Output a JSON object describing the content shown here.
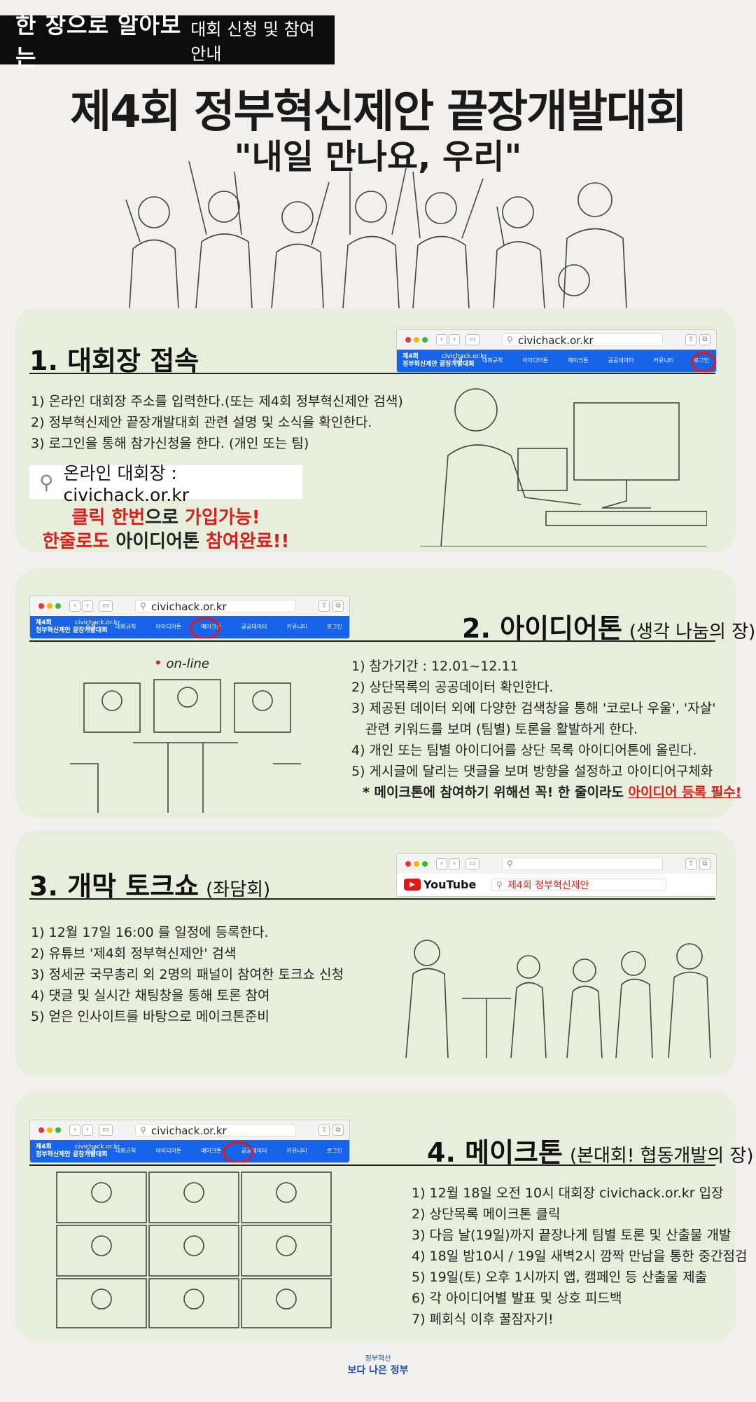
{
  "header": {
    "tag_big": "한 장으로 알아보는",
    "tag_small": "대회 신청 및 참여 안내",
    "title": "제4회 정부혁신제안 끝장개발대회",
    "subtitle": "\"내일 만나요, 우리\""
  },
  "nav": {
    "brand_small": "제4회",
    "brand_site": "civichack.or.kr",
    "brand_name": "정부혁신제안 끝장개발대회",
    "items": [
      "소개",
      "대회규칙",
      "아이디어톤",
      "메이크톤",
      "공공데이터",
      "커뮤니티",
      "로그인"
    ]
  },
  "browser": {
    "url": "civichack.or.kr",
    "youtube": "YouTube",
    "youtube_search": "제4회 정부혁신제안"
  },
  "section1": {
    "title": "1. 대회장 접속",
    "steps": [
      "1) 온라인 대회장 주소를 입력한다.(또는 제4회 정부혁신제안 검색)",
      "2) 정부혁신제안 끝장개발대회 관련 설명 및 소식을 확인한다.",
      "3) 로그인을 통해 참가신청을 한다. (개인 또는 팀)"
    ],
    "search_text": "온라인 대회장 : civichack.or.kr",
    "promo1_a": "클릭 한번",
    "promo1_b": "으로 ",
    "promo1_c": "가입가능!",
    "promo2_a": "한줄로도 ",
    "promo2_b": "아이디어톤 ",
    "promo2_c": "참여완료!!"
  },
  "section2": {
    "title": "2. 아이디어톤",
    "subtitle": "(생각 나눔의 장)",
    "online": "on-line",
    "steps": [
      "1) 참가기간 : 12.01~12.11",
      "2) 상단목록의 공공데이터 확인한다.",
      "3) 제공된 데이터 외에 다양한 검색창을 통해 '코로나 우울', '자살'",
      "   관련 키워드를 보며 (팀별) 토론을 활발하게 한다.",
      "4) 개인 또는 팀별 아이디어를 상단 목록 아이디어톤에 올린다.",
      "5) 게시글에 달리는 댓글을 보며 방향을 설정하고 아이디어구체화"
    ],
    "note_a": "* 메이크톤에 참여하기 위해선 꼭! 한 줄이라도 ",
    "note_b": "아이디어 등록 필수!"
  },
  "section3": {
    "title": "3. 개막 토크쇼",
    "subtitle": "(좌담회)",
    "steps": [
      "1) 12월 17일 16:00 를 일정에 등록한다.",
      "2) 유튜브 '제4회 정부혁신제안' 검색",
      "3) 정세균 국무총리 외 2명의 패널이 참여한 토크쇼 신청",
      "4) 댓글 및 실시간 채팅창을 통해 토론 참여",
      "5) 얻은 인사이트를 바탕으로 메이크톤준비"
    ]
  },
  "section4": {
    "title": "4. 메이크톤",
    "subtitle": "(본대회! 협동개발의 장)",
    "steps": [
      "1) 12월 18일 오전 10시 대회장 civichack.or.kr 입장",
      "2) 상단목록 메이크톤 클릭",
      "3) 다음 날(19일)까지 끝장나게 팀별 토론 및 산출물 개발",
      "4) 18일 밤10시 / 19일 새벽2시 깜짝 만남을 통한 중간점검",
      "5) 19일(토) 오후 1시까지 앱, 캠페인 등 산출물 제출",
      "6) 각 아이디어별 발표 및 상호 피드백",
      "7) 폐회식 이후 꿀잠자기!"
    ]
  },
  "footer": {
    "logo_top": "정부혁신",
    "logo_main": "보다 나은 정부"
  },
  "colors": {
    "panel": "#e7eedb",
    "nav_blue": "#1764e8",
    "accent_red": "#d8201f"
  }
}
